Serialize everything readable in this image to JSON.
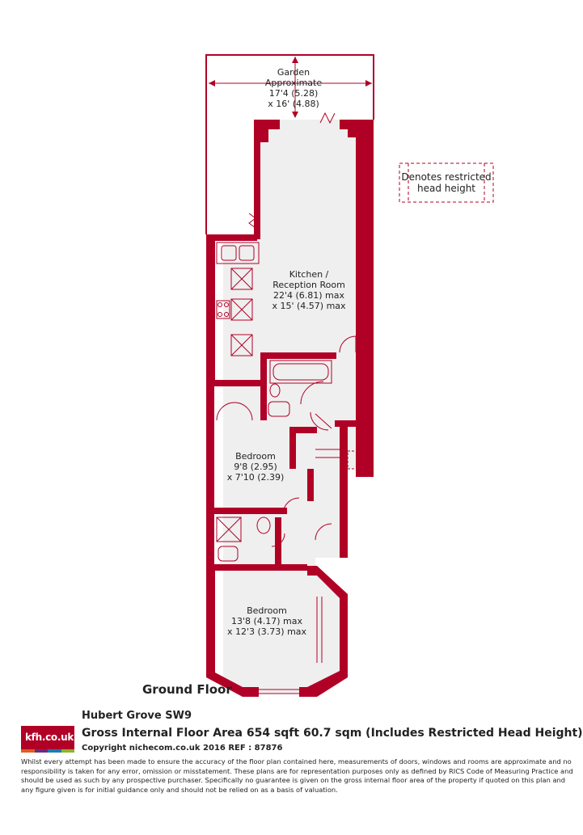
{
  "colors": {
    "wall": "#b10026",
    "floor": "#efefef",
    "outline": "#b10026"
  },
  "rooms": {
    "garden": {
      "name": "Garden",
      "note": "Approximate",
      "dim_imperial": "17'4 (5.28)",
      "dim_metric": "x 16' (4.88)"
    },
    "kitchen": {
      "name": "Kitchen /",
      "name2": "Reception Room",
      "dim_imperial": "22'4 (6.81) max",
      "dim_metric": "x 15' (4.57) max"
    },
    "bedroom1": {
      "name": "Bedroom",
      "dim_imperial": "9'8 (2.95)",
      "dim_metric": "x 7'10 (2.39)"
    },
    "bedroom2": {
      "name": "Bedroom",
      "dim_imperial": "13'8 (4.17) max",
      "dim_metric": "x 12'3 (3.73) max"
    }
  },
  "legend": {
    "line1": "Denotes restricted",
    "line2": "head height"
  },
  "floor_label": "Ground Floor",
  "footer": {
    "logo": "kfh.co.uk",
    "address": "Hubert Grove  SW9",
    "gia": "Gross Internal Floor Area 654 sqft 60.7 sqm (Includes Restricted Head Height)",
    "copyright": "Copyright nichecom.co.uk 2016 REF : 87876",
    "disclaimer": "Whilst every attempt has been made to ensure the accuracy of the floor plan contained here, measurements of doors, windows and rooms are approximate and no responsibility is taken for any error, omission or misstatement.  These plans are for representation purposes only as defined by RICS Code of Measuring Practice and should be used as such by any prospective purchaser.  Specifically no guarantee is given on the gross internal floor area of the property if quoted on this plan and any figure given is for initial guidance only and should not be relied on as a basis of valuation."
  }
}
